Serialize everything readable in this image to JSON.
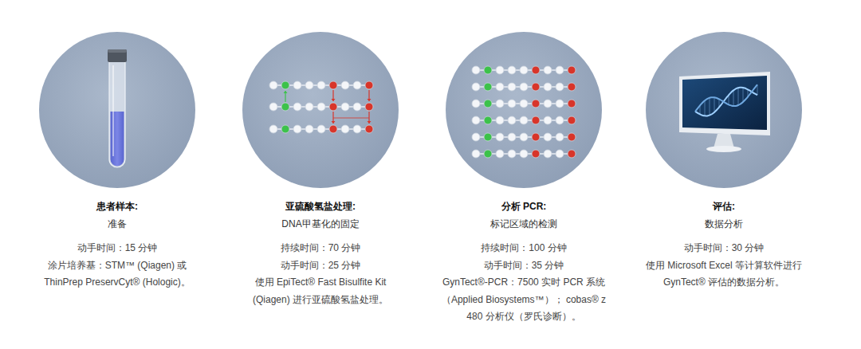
{
  "diagram": {
    "nodes": [
      {
        "text": [
          "患者样本:",
          "准备",
          "动手时间：15 分钟",
          "涂片培养基：STM™ (Qiagen) 或 ThinPrep PreservCyt® (Hologic)。"
        ]
      },
      {
        "text": [
          "亚硫酸氢盐处理:",
          "DNA甲基化的固定",
          "持续时间：70 分钟",
          "动手时间：25 分钟",
          "使用 EpiTect® Fast Bisulfite Kit (Qiagen) 进行亚硫酸氢盐处理。"
        ]
      },
      {
        "text": [
          "分析 PCR:",
          "标记区域的检测",
          "持续时间：100 分钟",
          "动手时间：35 分钟",
          "GynTect®-PCR：7500 实时 PCR 系统（Applied Biosystems™）； cobas® z 480 分析仪（罗氏诊断）。"
        ]
      },
      {
        "text": [
          "评估:",
          "数据分析",
          "动手时间：30 分钟",
          "使用 Microsoft Excel 等计算软件进行 GynTect® 评估的数据分析。"
        ]
      }
    ]
  }
}
